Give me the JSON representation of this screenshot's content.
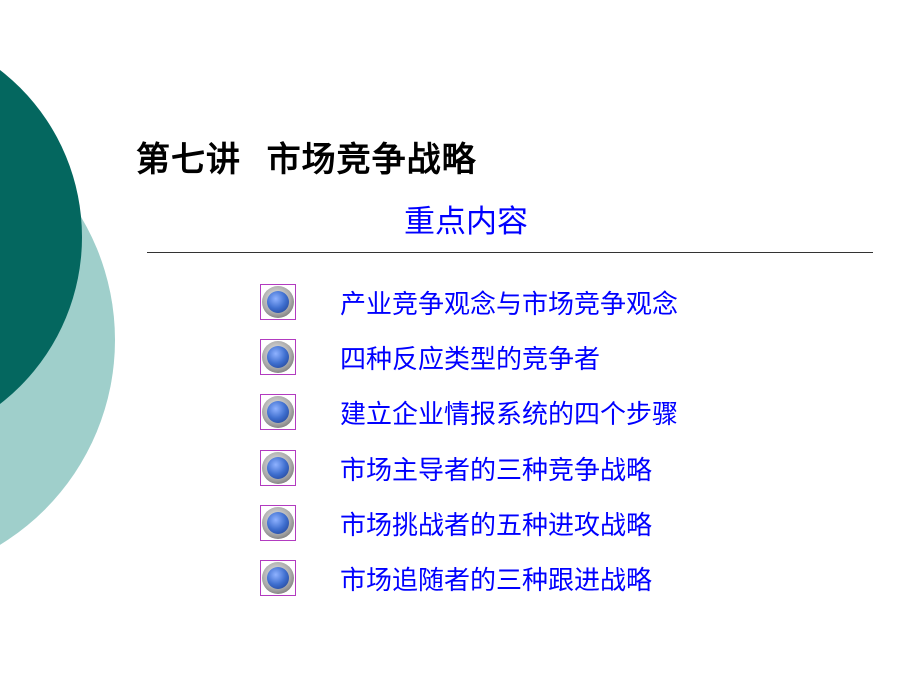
{
  "slide": {
    "title": "第七讲  市场竞争战略",
    "subtitle": "重点内容",
    "items": [
      {
        "label": "产业竞争观念与市场竞争观念",
        "icon": "globe-button-icon"
      },
      {
        "label": "四种反应类型的竞争者",
        "icon": "globe-button-icon"
      },
      {
        "label": "建立企业情报系统的四个步骤",
        "icon": "globe-button-icon"
      },
      {
        "label": "市场主导者的三种竞争战略",
        "icon": "globe-button-icon"
      },
      {
        "label": "市场挑战者的五种进攻战略",
        "icon": "globe-button-icon"
      },
      {
        "label": "市场追随者的三种跟进战略",
        "icon": "globe-button-icon"
      }
    ],
    "colors": {
      "text_accent": "#0000ff",
      "circle_dark": "#04675f",
      "circle_light": "#9fcfcb"
    }
  }
}
